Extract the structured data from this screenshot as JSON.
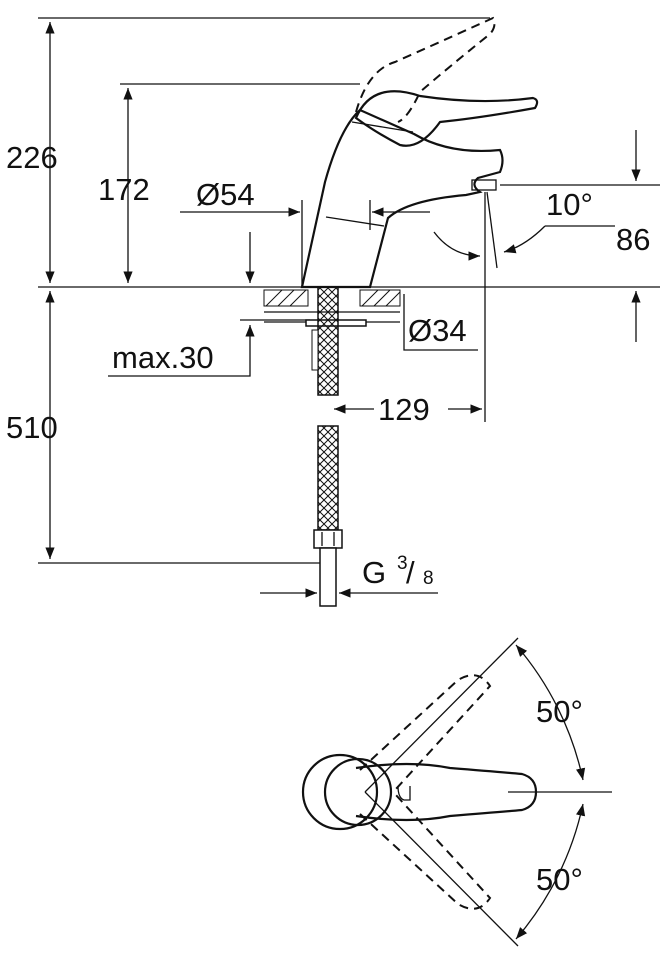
{
  "dimensions": {
    "height_total": "226",
    "height_spout": "172",
    "body_diameter": "Ø54",
    "hole_diameter": "Ø34",
    "max_thickness": "max.30",
    "hose_length": "510",
    "projection": "129",
    "angle_spout": "10°",
    "height_outlet": "86",
    "thread_letter": "G",
    "thread_num": "3",
    "thread_den": "8",
    "angle_left": "50°",
    "angle_right": "50°"
  }
}
